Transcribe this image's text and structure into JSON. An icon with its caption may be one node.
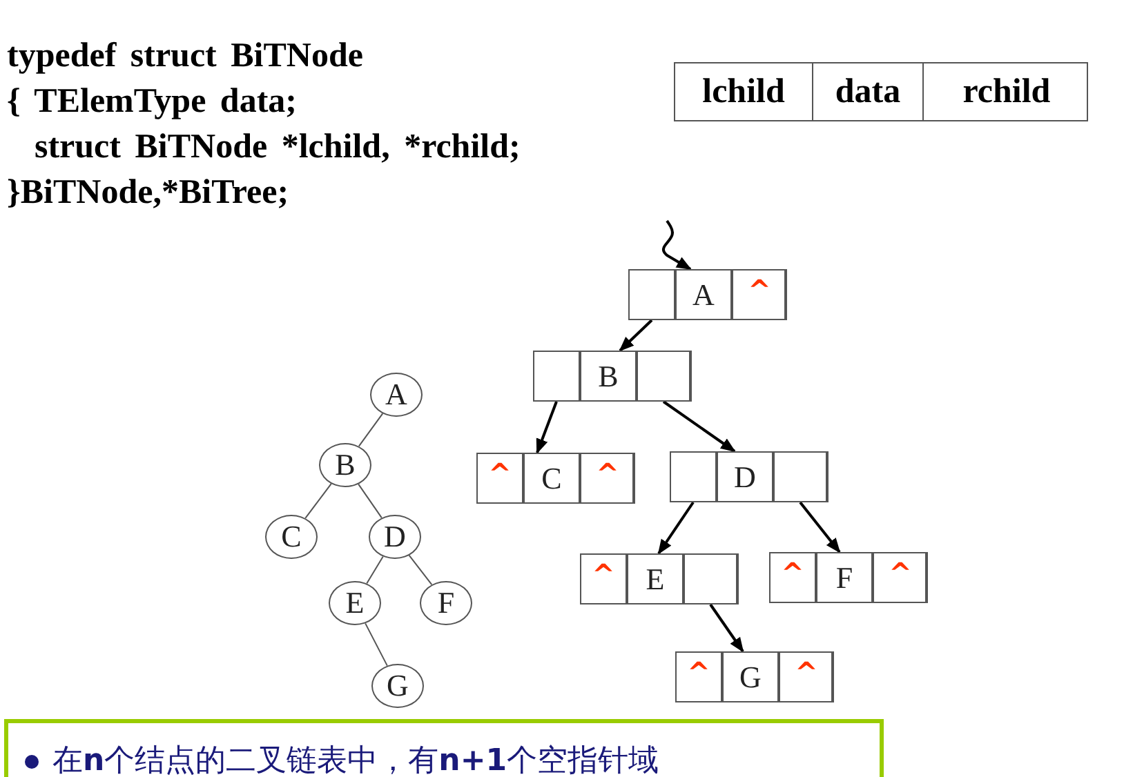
{
  "diagram": {
    "nodes": [
      {
        "text": [
          "lchild",
          "data",
          "rchild"
        ]
      },
      {
        "text": [],
        "shape": "box"
      },
      {
        "text": [],
        "shape": "box",
        "in": 1
      },
      {
        "text": [
          "A"
        ],
        "in": 1
      },
      {
        "text": [
          "^"
        ],
        "in": 1
      },
      {
        "text": [],
        "shape": "box"
      },
      {
        "text": [],
        "shape": "box",
        "in": 5
      },
      {
        "text": [
          "B"
        ],
        "in": 5
      },
      {
        "text": [],
        "shape": "box",
        "in": 5
      },
      {
        "text": [],
        "shape": "box"
      },
      {
        "text": [
          "^"
        ],
        "in": 9
      },
      {
        "text": [
          "C"
        ],
        "in": 9
      },
      {
        "text": [
          "^"
        ],
        "in": 9
      },
      {
        "text": [],
        "shape": "box"
      },
      {
        "text": [],
        "shape": "box",
        "in": 13
      },
      {
        "text": [
          "D"
        ],
        "in": 13
      },
      {
        "text": [],
        "shape": "box",
        "in": 13
      },
      {
        "text": [],
        "shape": "box"
      },
      {
        "text": [
          "^"
        ],
        "in": 17
      },
      {
        "text": [
          "E"
        ],
        "in": 17
      },
      {
        "text": [],
        "shape": "box",
        "in": 17
      },
      {
        "text": [],
        "shape": "box"
      },
      {
        "text": [
          "^"
        ],
        "in": 21
      },
      {
        "text": [
          "F"
        ],
        "in": 21
      },
      {
        "text": [
          "^"
        ],
        "in": 21
      },
      {
        "text": [],
        "shape": "box"
      },
      {
        "text": [
          "^"
        ],
        "in": 25
      },
      {
        "text": [
          "G"
        ],
        "in": 25
      },
      {
        "text": [
          "^"
        ],
        "in": 25
      },
      {
        "text": [
          "A"
        ]
      },
      {
        "text": [
          "B"
        ]
      },
      {
        "text": [
          "C"
        ]
      },
      {
        "text": [
          "D"
        ]
      },
      {
        "text": [
          "E"
        ]
      },
      {
        "text": [
          "F"
        ]
      },
      {
        "text": [
          "G"
        ]
      },
      {
        "text": [
          "在**n**个结点的二叉链表中，有**n+1**个空指针域"
        ]
      }
    ],
    "edges": [
      {
        "from": null,
        "to": 1,
        "arrow": "to"
      },
      {
        "from": 2,
        "to": 5,
        "arrow": "to"
      },
      {
        "from": 6,
        "to": 9,
        "arrow": "to"
      },
      {
        "from": 8,
        "to": 13,
        "arrow": "to"
      },
      {
        "from": 14,
        "to": 17,
        "arrow": "to"
      },
      {
        "from": 16,
        "to": 21,
        "arrow": "to"
      },
      {
        "from": 20,
        "to": 25,
        "arrow": "to"
      },
      {
        "from": 29,
        "to": 30,
        "arrow": "none"
      },
      {
        "from": 30,
        "to": 31,
        "arrow": "none"
      },
      {
        "from": 30,
        "to": 32,
        "arrow": "none"
      },
      {
        "from": 32,
        "to": 33,
        "arrow": "none"
      },
      {
        "from": 32,
        "to": 34,
        "arrow": "none"
      },
      {
        "from": 33,
        "to": 35,
        "arrow": "none"
      }
    ],
    "labels": [
      "typedef struct BiTNode",
      "{ TElemType data;",
      "struct BiTNode *lchild, *rchild;",
      "}BiTNode,*BiTree;"
    ]
  }
}
